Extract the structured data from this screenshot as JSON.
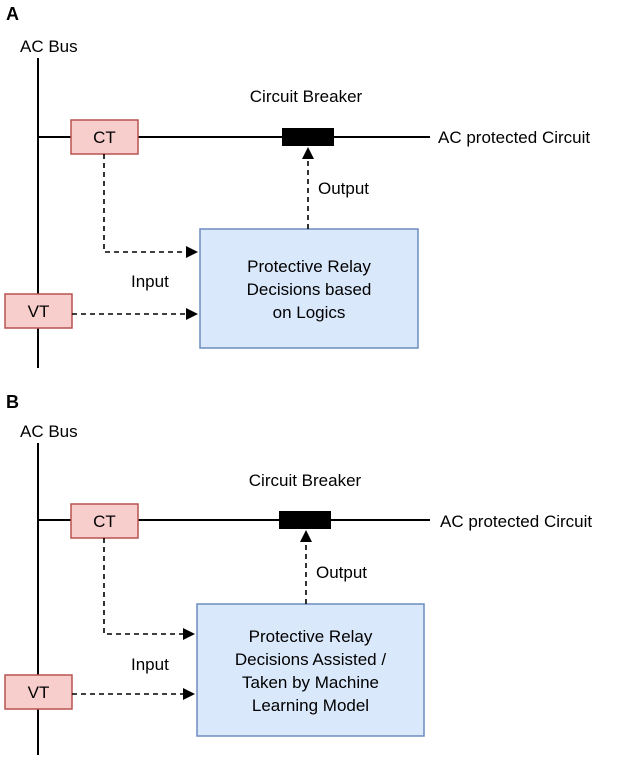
{
  "panels": [
    {
      "label": "A",
      "bus_label": "AC Bus",
      "ct_label": "CT",
      "vt_label": "VT",
      "breaker_label": "Circuit Breaker",
      "circuit_label": "AC protected Circuit",
      "output_label": "Output",
      "input_label": "Input",
      "relay_lines": [
        "Protective Relay",
        "Decisions based",
        "on Logics"
      ]
    },
    {
      "label": "B",
      "bus_label": "AC Bus",
      "ct_label": "CT",
      "vt_label": "VT",
      "breaker_label": "Circuit Breaker",
      "circuit_label": "AC protected Circuit",
      "output_label": "Output",
      "input_label": "Input",
      "relay_lines": [
        "Protective Relay",
        "Decisions Assisted /",
        "Taken by Machine",
        "Learning Model"
      ]
    }
  ],
  "colors": {
    "transformer_fill": "#f8cecc",
    "transformer_stroke": "#b85450",
    "relay_fill": "#dae8fc",
    "relay_stroke": "#6c8ebf",
    "breaker_fill": "#000000"
  }
}
